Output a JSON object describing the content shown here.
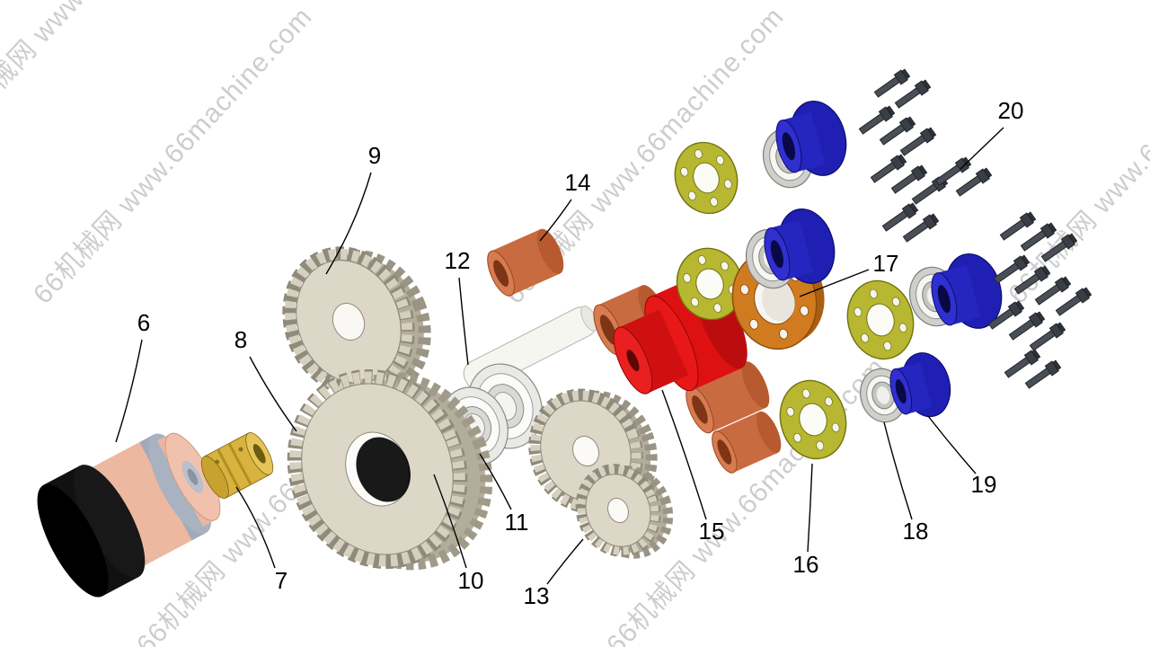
{
  "watermark": {
    "text": "66机械网 www.66machine.com",
    "short": "66机械网",
    "color": "#bdbdbd"
  },
  "callouts": {
    "c6": "6",
    "c7": "7",
    "c8": "8",
    "c9": "9",
    "c10": "10",
    "c11": "11",
    "c12": "12",
    "c13": "13",
    "c14": "14",
    "c15": "15",
    "c16": "16",
    "c17": "17",
    "c18": "18",
    "c19": "19",
    "c20": "20"
  },
  "palette": {
    "motor_body": "#edb8a0",
    "motor_cap": "#111111",
    "motor_band": "#a0aab8",
    "coupling": "#d8b33e",
    "gear_face": "#ddd7c8",
    "gear_teeth": "#d6d0c0",
    "gear_side": "#b3ad9c",
    "spacer_purple": "#9160ab",
    "bearing_ring": "#e9e9e6",
    "shaft": "#f6f6f1",
    "bushing_copper": "#c96b40",
    "hub_red": "#dd1111",
    "flange_olive": "#b7b731",
    "flange_orange": "#d07b1f",
    "sleeve_blue": "#1f1fb4",
    "bolt_dark": "#4a4f57"
  }
}
